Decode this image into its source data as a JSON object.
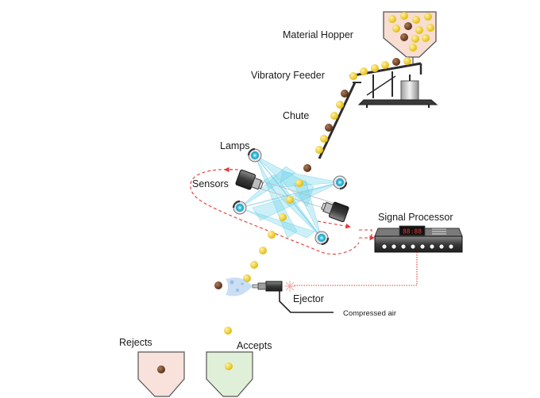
{
  "labels": {
    "material_hopper": "Material Hopper",
    "vibratory_feeder": "Vibratory Feeder",
    "chute": "Chute",
    "lamps": "Lamps",
    "sensors": "Sensors",
    "signal_processor": "Signal Processor",
    "ejector": "Ejector",
    "compressed_air": "Compressed air",
    "rejects": "Rejects",
    "accepts": "Accepts"
  },
  "colors": {
    "good_particle": "#f2c81e",
    "bad_particle": "#7a4a2a",
    "hopper_fill": "#f7ddd2",
    "rejects_fill": "#f9e2dc",
    "accepts_fill": "#e0f0d8",
    "signal_line": "#e53935",
    "light_beam": "#6fd3ec",
    "machine_dark": "#2c2c2c"
  },
  "processor_display": "88:88"
}
